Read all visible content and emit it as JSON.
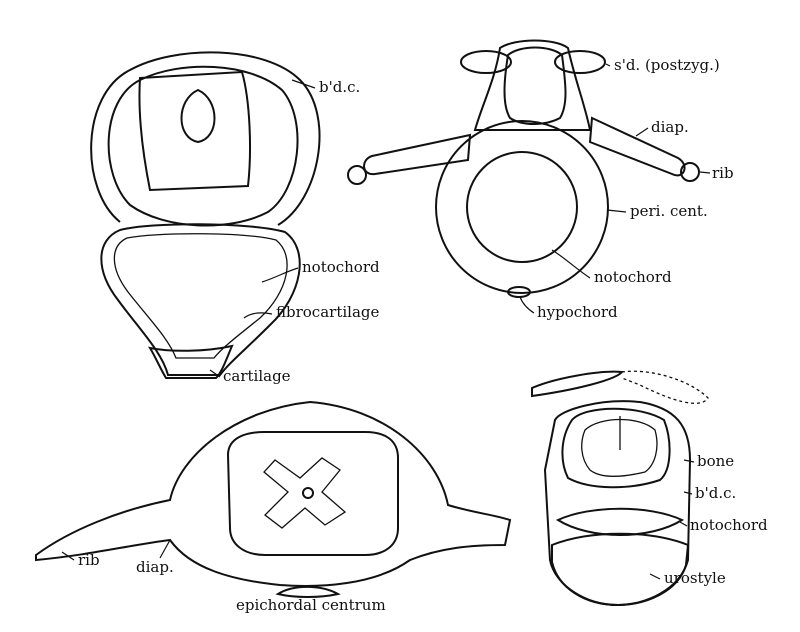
{
  "figure_a": {
    "labels": {
      "bdc": "b'd.c.",
      "notochord": "notochord",
      "fibrocartilage": "fibrocartilage",
      "cartilage": "cartilage"
    }
  },
  "figure_b": {
    "labels": {
      "sd": "s'd. (postzyg.)",
      "diap": "diap.",
      "rib": "rib",
      "peri_cent": "peri. cent.",
      "notochord": "notochord",
      "hypochord": "hypochord"
    }
  },
  "figure_c": {
    "labels": {
      "rib": "rib",
      "diap": "diap.",
      "epichordal_centrum": "epichordal centrum"
    }
  },
  "figure_d": {
    "labels": {
      "bone": "bone",
      "bdc": "b'd.c.",
      "notochord": "notochord",
      "urostyle": "urostyle"
    }
  }
}
